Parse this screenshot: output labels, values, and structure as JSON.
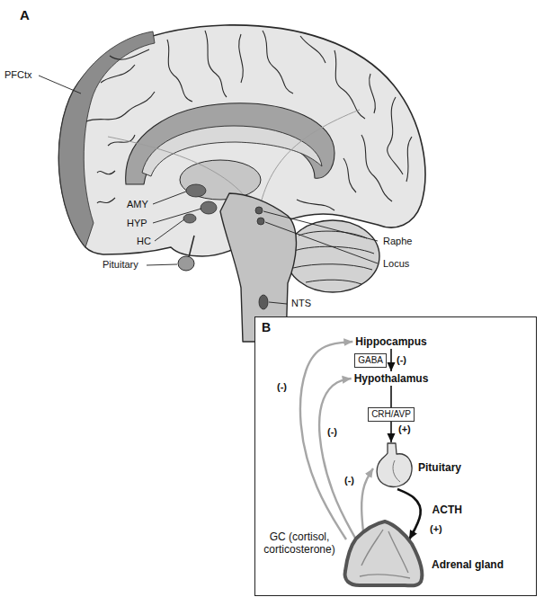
{
  "diagram": {
    "nodes": [
      {
        "text": [
          "B"
        ]
      },
      {
        "text": [
          "Hippocampus"
        ],
        "in": 0
      },
      {
        "text": [
          "Hypothalamus"
        ],
        "in": 0
      },
      {
        "text": [
          "Pituitary"
        ],
        "in": 0
      },
      {
        "text": [
          "Adrenal gland"
        ],
        "in": 0
      }
    ],
    "edges": [
      {
        "from": 1,
        "to": 2,
        "arrow": "to",
        "label": "GABA"
      },
      {
        "from": 2,
        "to": 3,
        "arrow": "to",
        "label": "CRH/AVP"
      },
      {
        "from": 3,
        "to": 4,
        "arrow": "to",
        "label": "ACTH"
      },
      {
        "from": 4,
        "to": 3,
        "arrow": "to"
      },
      {
        "from": 4,
        "to": 2,
        "arrow": "to"
      },
      {
        "from": 4,
        "to": 1,
        "arrow": "to"
      }
    ],
    "labels": [
      "A",
      "PFCtx",
      "AMY",
      "HYP",
      "HC",
      "Pituitary",
      "Raphe",
      "Locus",
      "NTS",
      "(-)",
      "(+)",
      "(+)",
      "(-)",
      "(-)",
      "(-)",
      "GC (cortisol, corticosterone)"
    ]
  }
}
